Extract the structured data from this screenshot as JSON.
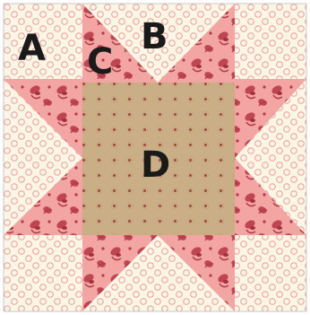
{
  "labels": {
    "a": "A",
    "b": "B",
    "c": "C",
    "d": "D"
  },
  "colors": {
    "cream_background": "#fbf6e6",
    "cream_dot": "#ef9a9a",
    "pink_point": "#f2a5a3",
    "pink_motif": "#c04552",
    "tan_center": "#c9ae86",
    "tan_dot": "#a0453f",
    "outer_border": "#c8c8c8",
    "label_text": "#1a1a1a"
  }
}
